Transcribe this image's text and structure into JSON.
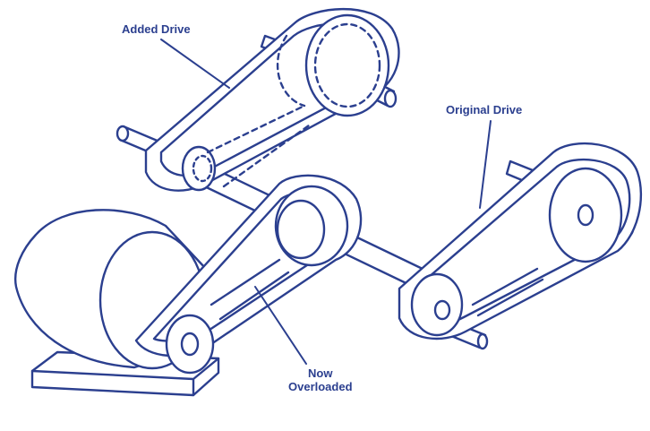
{
  "colors": {
    "ink": "#2b3f8f",
    "fill": "#ffffff"
  },
  "labels": {
    "added_drive": "Added Drive",
    "original_drive": "Original Drive",
    "overloaded_line1": "Now",
    "overloaded_line2": "Overloaded"
  }
}
